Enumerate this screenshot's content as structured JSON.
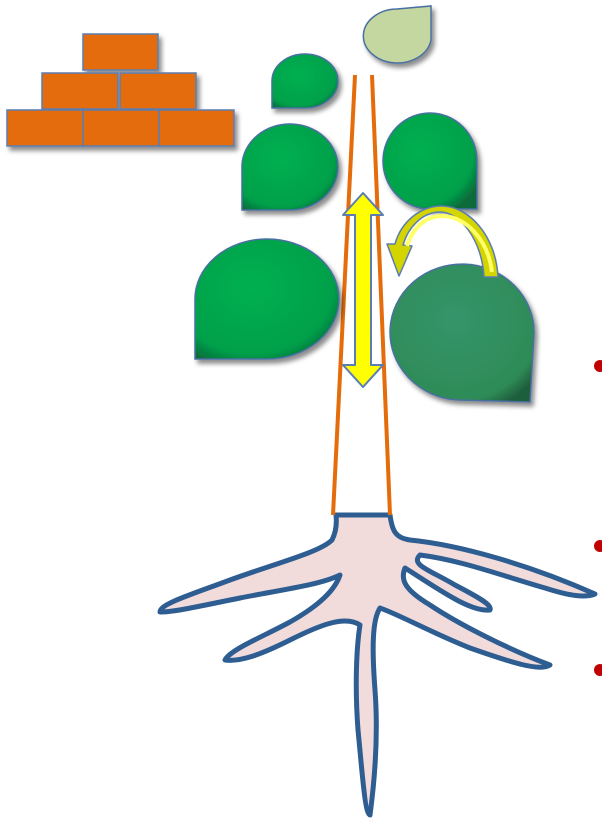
{
  "colors": {
    "brick": "#E46C0A",
    "brick_stroke": "#5B7DB1",
    "leaf": "#00A550",
    "leaf_dark": "#2E8B57",
    "leaf_light": "#C4D7A0",
    "leaf_stroke": "#4A6FA0",
    "stem": "#E46C0A",
    "root_fill": "#F2DCDB",
    "root_stroke": "#2E5D92",
    "arrow_yellow": "#FFFF00",
    "arrow_stroke": "#5B7DB1",
    "bullet": "#C00000"
  },
  "bricks": {
    "rows": [
      1,
      2,
      3
    ]
  },
  "leaves": [
    {
      "name": "seed-leaf",
      "tone": "light"
    },
    {
      "name": "small-leaf-left",
      "tone": "green"
    },
    {
      "name": "leaf-left-mid",
      "tone": "green"
    },
    {
      "name": "leaf-right-mid",
      "tone": "green"
    },
    {
      "name": "leaf-left-large",
      "tone": "green"
    },
    {
      "name": "leaf-right-large",
      "tone": "dark"
    }
  ],
  "bullets": {
    "count": 3
  },
  "arrows": [
    "double-vertical-arrow",
    "curved-arrow"
  ]
}
